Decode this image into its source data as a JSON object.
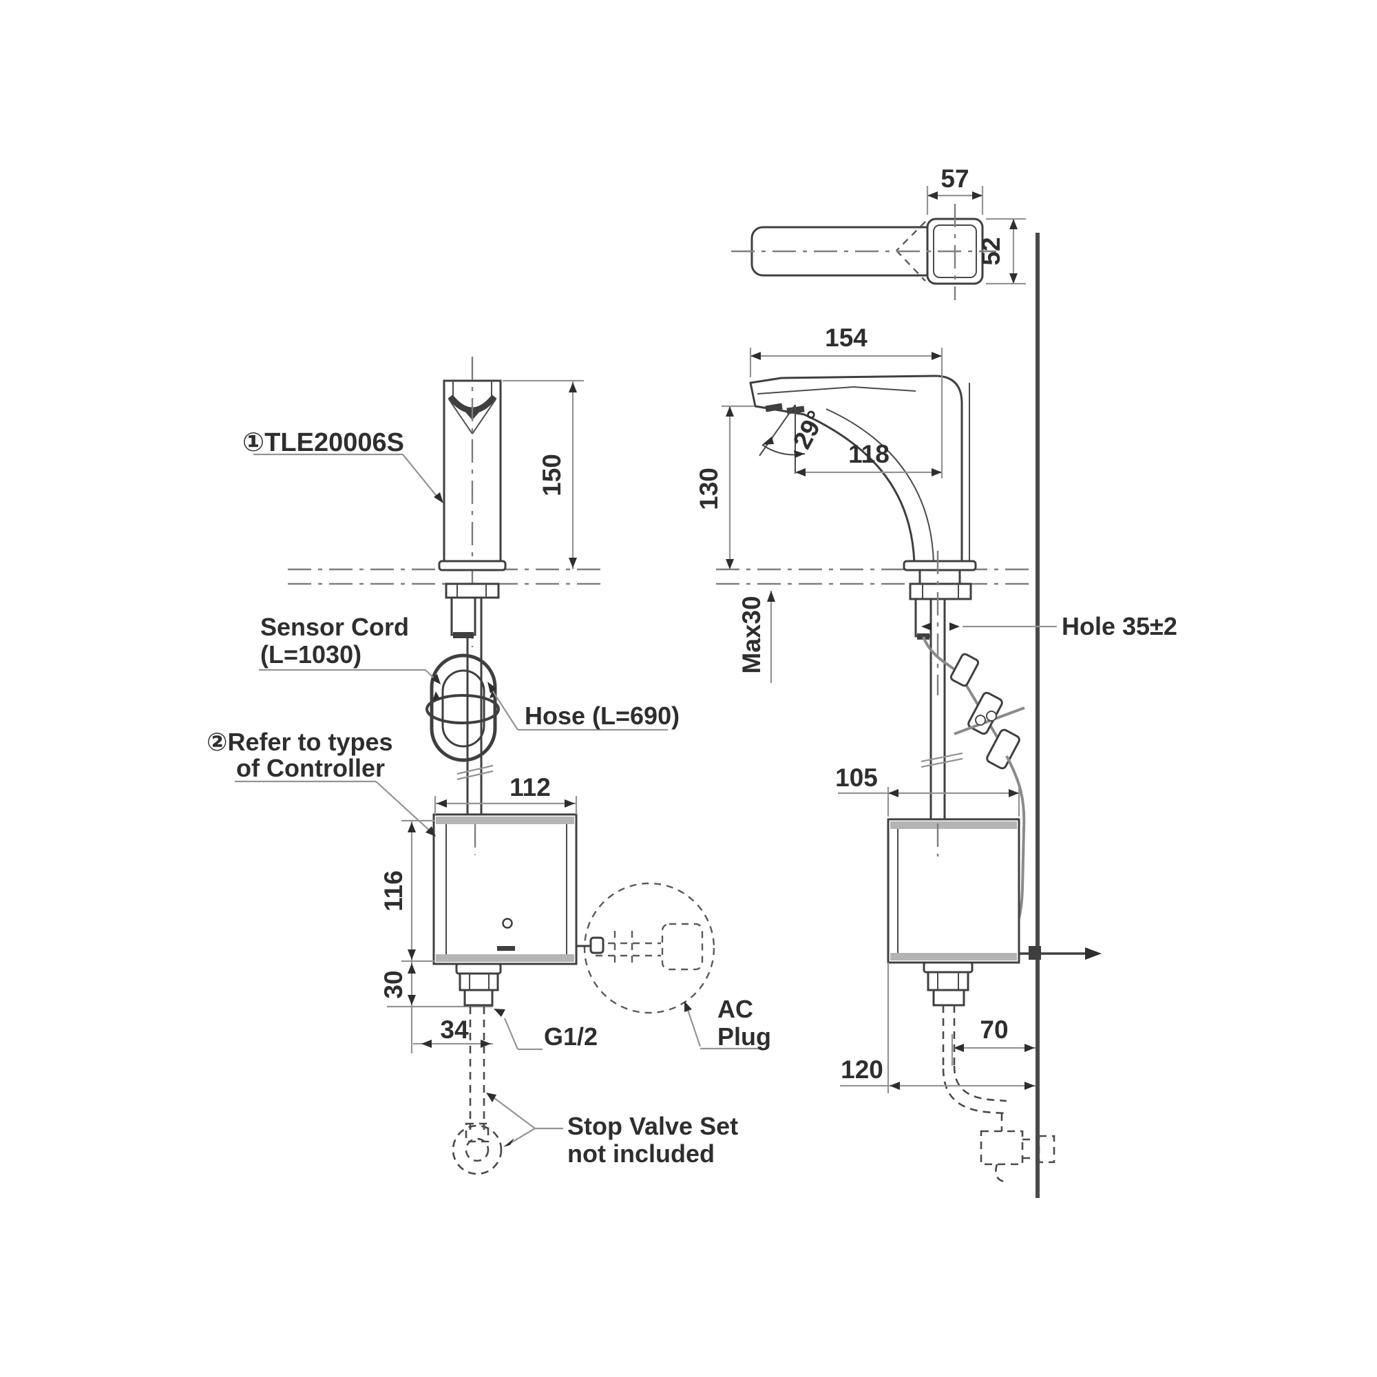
{
  "meta": {
    "background": "#ffffff",
    "line_color": "#3f3f3f",
    "dim_line_color": "#949494",
    "text_color": "#2e2e2e"
  },
  "callouts": {
    "product": "①TLE20006S",
    "sensor_cord_1": "Sensor Cord",
    "sensor_cord_2": "(L=1030)",
    "hose": "Hose (L=690)",
    "controller_1": "②Refer to types",
    "controller_2": "of Controller",
    "hole": "Hole 35±2",
    "ac_1": "AC",
    "ac_2": "Plug",
    "stop_valve_1": "Stop Valve Set",
    "stop_valve_2": "not included",
    "thread": "G1/2"
  },
  "dimensions": {
    "spout_top_width": "57",
    "spout_top_depth": "52",
    "spout_reach_overall": "154",
    "spout_reach_aerator": "118",
    "spout_height_above_deck": "130",
    "spout_angle": "29°",
    "deck_thickness_max": "Max30",
    "faucet_height": "150",
    "controller_width_front": "112",
    "controller_height": "116",
    "controller_outlet_drop": "30",
    "outlet_offset": "34",
    "controller_depth_side": "105",
    "outlet_to_wall": "70",
    "controller_to_wall": "120"
  }
}
